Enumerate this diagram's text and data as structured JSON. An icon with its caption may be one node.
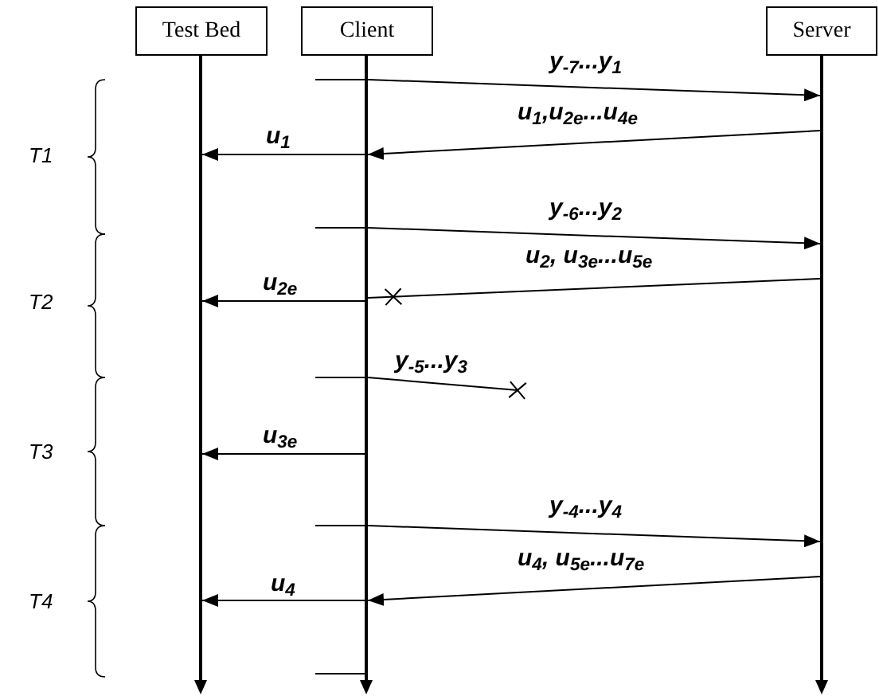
{
  "diagram": {
    "nodes": [
      {
        "text": [
          "Test Bed"
        ]
      },
      {
        "text": [
          "Client"
        ]
      },
      {
        "text": [
          "Server"
        ]
      },
      {
        "text": [],
        "shape": "line"
      },
      {
        "text": [],
        "shape": "line"
      },
      {
        "text": [],
        "shape": "line"
      }
    ],
    "edges": [
      {
        "from": 4,
        "to": 5,
        "arrow": "to",
        "label": "y$_{-7}$...y$_{1}$"
      },
      {
        "from": 5,
        "to": 4,
        "arrow": "to",
        "label": "u$_{1}$,u$_{2e}$...u$_{4e}$"
      },
      {
        "from": 4,
        "to": 3,
        "arrow": "to",
        "label": "u$_{1}$"
      },
      {
        "from": 4,
        "to": 5,
        "arrow": "to",
        "label": "y$_{-6}$...y$_{2}$"
      },
      {
        "from": 5,
        "to": 4,
        "arrow": "other",
        "label": "u$_{2}$, u$_{3e}$...u$_{5e}$"
      },
      {
        "from": 4,
        "to": 3,
        "arrow": "to",
        "label": "u$_{2e}$"
      },
      {
        "from": 4,
        "to": null,
        "arrow": "other",
        "label": "y$_{-5}$...y$_{3}$"
      },
      {
        "from": 4,
        "to": 3,
        "arrow": "to",
        "label": "u$_{3e}$"
      },
      {
        "from": 4,
        "to": 5,
        "arrow": "to",
        "label": "y$_{-4}$...y$_{4}$"
      },
      {
        "from": 5,
        "to": 4,
        "arrow": "to",
        "label": "u$_{4}$, u$_{5e}$...u$_{7e}$"
      },
      {
        "from": 4,
        "to": 3,
        "arrow": "to",
        "label": "u$_{4}$"
      }
    ],
    "labels": [
      "T1",
      "T2",
      "T3",
      "T4"
    ]
  }
}
